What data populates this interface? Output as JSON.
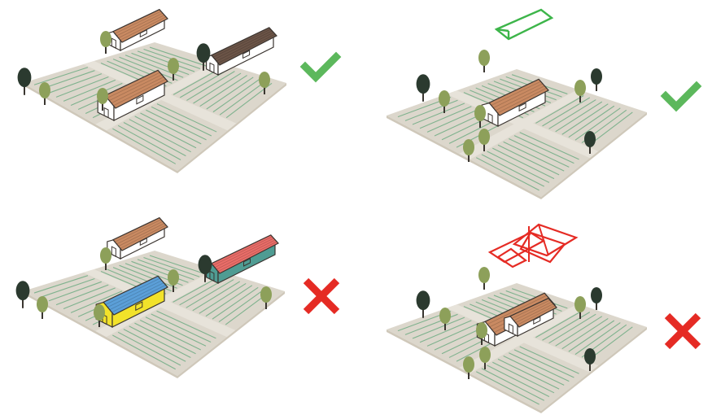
{
  "colors": {
    "ground": "#dcd7cc",
    "path": "#e7e3da",
    "furrow": "#7fb28e",
    "tree_dark": "#2b3a2f",
    "tree_olive": "#8da05a",
    "trunk": "#3a3630",
    "wall": "#ffffff",
    "outline": "#3a3430",
    "roof_brown": "#c98a62",
    "roof_blue": "#5b9fd8",
    "roof_red": "#e96d68",
    "wall_yellow": "#f2e22a",
    "wall_teal": "#4f9c93",
    "ok_green": "#5cb85c",
    "bad_red": "#e52b24",
    "outline_green": "#3db54a",
    "outline_red": "#e52b24"
  },
  "panels": [
    {
      "id": "top-left",
      "verdict": "check",
      "variant": "three-matching-houses",
      "icon": "check-icon"
    },
    {
      "id": "top-right",
      "verdict": "check",
      "variant": "simple-gable-house-with-outline",
      "icon": "check-icon",
      "outline_icon": "simple-roof-outline-icon"
    },
    {
      "id": "bottom-left",
      "verdict": "cross",
      "variant": "mismatched-colored-houses",
      "icon": "cross-icon"
    },
    {
      "id": "bottom-right",
      "verdict": "cross",
      "variant": "complex-roof-house-with-outline",
      "icon": "cross-icon",
      "outline_icon": "complex-roof-outline-icon"
    }
  ]
}
